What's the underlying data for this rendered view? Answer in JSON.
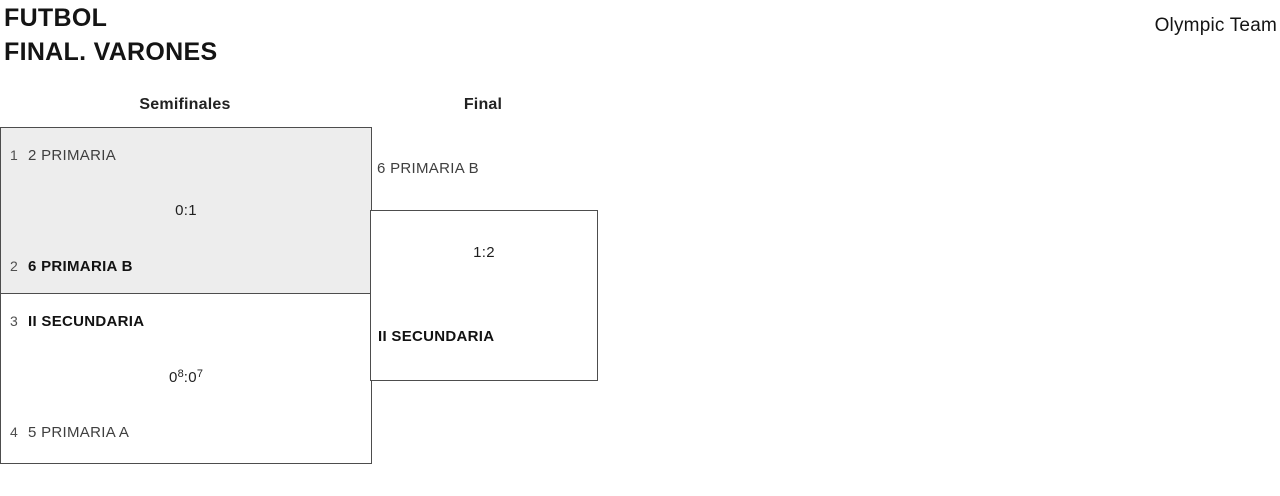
{
  "header": {
    "title_line1": "FUTBOL",
    "title_line2": "FINAL. VARONES",
    "team_label": "Olympic Team"
  },
  "rounds": {
    "semifinals": "Semifinales",
    "final": "Final"
  },
  "matches": {
    "sf1": {
      "seed_top": "1",
      "team_top": "2 PRIMARIA",
      "score": "0:1",
      "seed_bottom": "2",
      "team_bottom": "6 PRIMARIA B"
    },
    "sf2": {
      "seed_top": "3",
      "team_top": "II SECUNDARIA",
      "score": {
        "left_main": "0",
        "left_sup": "8",
        "separator": ":",
        "right_main": "0",
        "right_sup": "7"
      },
      "seed_bottom": "4",
      "team_bottom": "5 PRIMARIA A"
    },
    "final": {
      "team_top": "6 PRIMARIA B",
      "score": "1:2",
      "team_bottom": "II SECUNDARIA"
    }
  },
  "colors": {
    "highlight_bg": "#ededed",
    "border": "#4d4d4d",
    "winner_text": "#121212",
    "team_text": "#3f3f3f",
    "seed_text": "#4f4f4f"
  }
}
